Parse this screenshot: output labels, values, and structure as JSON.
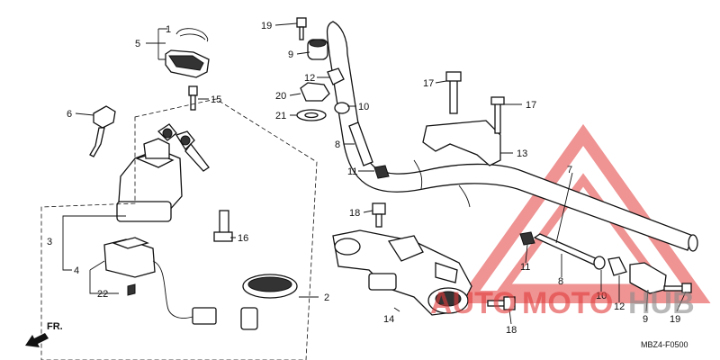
{
  "callouts": [
    {
      "id": "c1",
      "text": "1"
    },
    {
      "id": "c5",
      "text": "5"
    },
    {
      "id": "c15",
      "text": "15"
    },
    {
      "id": "c6",
      "text": "6"
    },
    {
      "id": "c3",
      "text": "3"
    },
    {
      "id": "c4",
      "text": "4"
    },
    {
      "id": "c22",
      "text": "22"
    },
    {
      "id": "c16",
      "text": "16"
    },
    {
      "id": "c2",
      "text": "2"
    },
    {
      "id": "c19a",
      "text": "19"
    },
    {
      "id": "c9a",
      "text": "9"
    },
    {
      "id": "c12a",
      "text": "12"
    },
    {
      "id": "c20",
      "text": "20"
    },
    {
      "id": "c10a",
      "text": "10"
    },
    {
      "id": "c21",
      "text": "21"
    },
    {
      "id": "c8a",
      "text": "8"
    },
    {
      "id": "c11a",
      "text": "11"
    },
    {
      "id": "c18a",
      "text": "18"
    },
    {
      "id": "c17a",
      "text": "17"
    },
    {
      "id": "c17b",
      "text": "17"
    },
    {
      "id": "c13",
      "text": "13"
    },
    {
      "id": "c7",
      "text": "7"
    },
    {
      "id": "c11b",
      "text": "11"
    },
    {
      "id": "c8b",
      "text": "8"
    },
    {
      "id": "c10b",
      "text": "10"
    },
    {
      "id": "c12b",
      "text": "12"
    },
    {
      "id": "c9b",
      "text": "9"
    },
    {
      "id": "c19b",
      "text": "19"
    },
    {
      "id": "c14",
      "text": "14"
    },
    {
      "id": "c18b",
      "text": "18"
    }
  ],
  "fr_label": "FR.",
  "diagram_code": "MBZ4-F0500",
  "watermark": {
    "text_a": "AUTO",
    "text_b": "MOTO",
    "text_c": "HUB",
    "color_red": "#e23b3b",
    "color_gray": "#8a8a8a"
  }
}
